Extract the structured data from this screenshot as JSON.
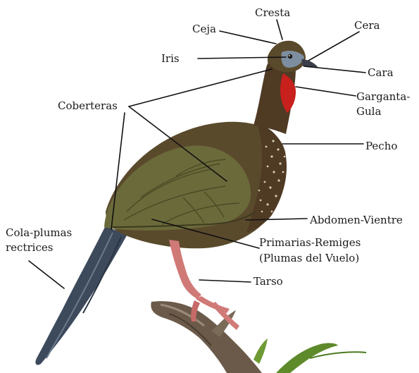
{
  "labels": {
    "cresta": "Cresta",
    "ceja": "Ceja",
    "cera": "Cera",
    "iris": "Iris",
    "cara": "Cara",
    "garganta_line1": "Garganta-",
    "garganta_line2": "Gula",
    "coberteras": "Coberteras",
    "pecho": "Pecho",
    "abdomen": "Abdomen-Vientre",
    "cola_line1": "Cola-plumas",
    "cola_line2": "rectrices",
    "primarias_line1": "Primarias-Remiges",
    "primarias_line2": "(Plumas del Vuelo)",
    "tarso": "Tarso"
  },
  "colors": {
    "body": "#5a4a2c",
    "wing": "#6b6a3a",
    "breast": "#4f3a24",
    "throat": "#c8201c",
    "face": "#7d8ea0",
    "beak": "#3a3f4a",
    "tail": "#3d4a5c",
    "legs": "#d07a78",
    "branch": "#6b5a4a",
    "leaf": "#5e8a2a"
  }
}
